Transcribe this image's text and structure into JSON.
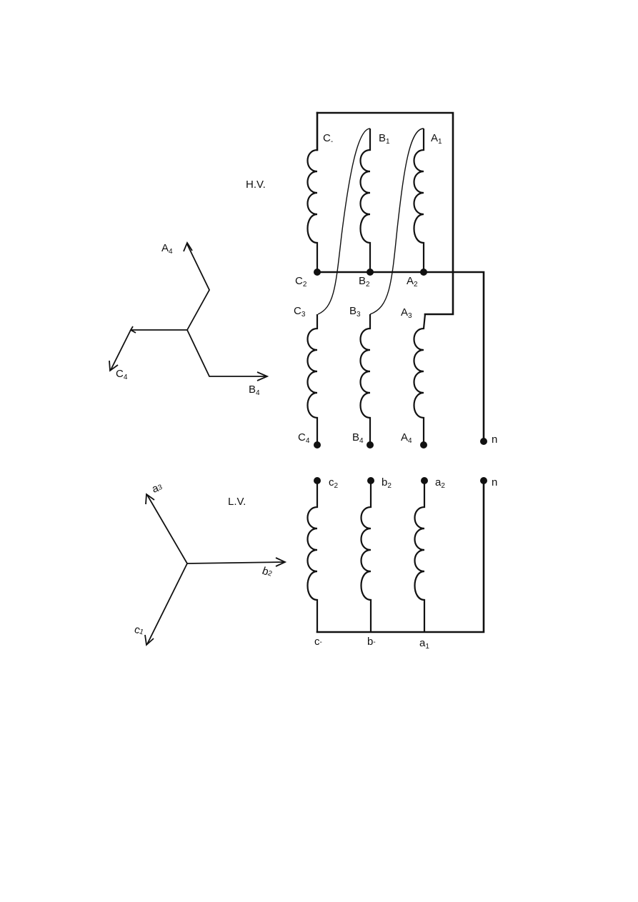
{
  "sections": {
    "hv": "H.V.",
    "lv": "L.V."
  },
  "labels": {
    "C_top": "C",
    "C_top_sub": "-",
    "B1": "B",
    "B1_sub": "1",
    "A1": "A",
    "A1_sub": "1",
    "C2": "C",
    "C2_sub": "2",
    "B2": "B",
    "B2_sub": "2",
    "A2": "A",
    "A2_sub": "2",
    "C3": "C",
    "C3_sub": "3",
    "B3": "B",
    "B3_sub": "3",
    "A3": "A",
    "A3_sub": "3",
    "C4": "C",
    "C4_sub": "4",
    "B4": "B",
    "B4_sub": "4",
    "A4": "A",
    "A4_sub": "4",
    "n_hv": "n",
    "c2": "c",
    "c2_sub": "2",
    "b2": "b",
    "b2_sub": "2",
    "a2": "a",
    "a2_sub": "2",
    "n_lv": "n",
    "c_bot": "c",
    "c_bot_sub": "-",
    "b_bot": "b",
    "b_bot_sub": "-",
    "a1": "a",
    "a1_sub": "1"
  },
  "phasor_hv": {
    "A": "A",
    "A_sub": "4",
    "B": "B",
    "B_sub": "4",
    "C": "C",
    "C_sub": "4"
  },
  "phasor_lv": {
    "a": "a",
    "a_sub": "3",
    "b": "b",
    "b_sub": "2",
    "c": "c",
    "c_sub": "1"
  }
}
